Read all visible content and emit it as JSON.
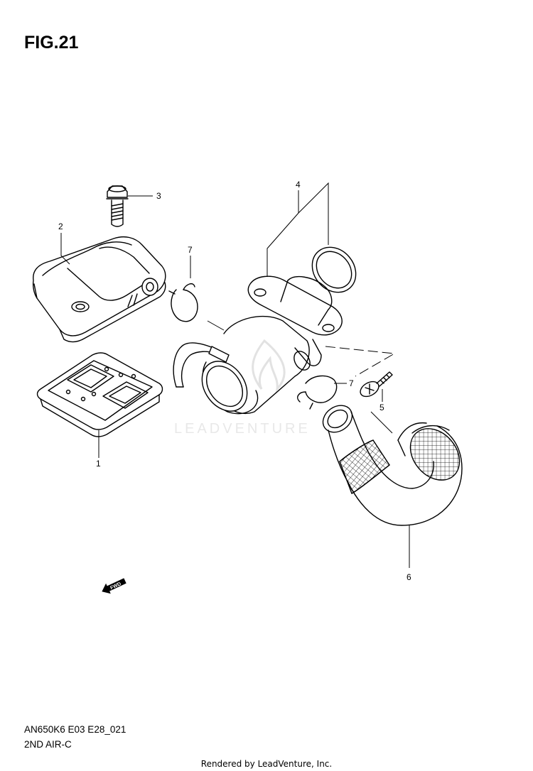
{
  "figure": {
    "title": "FIG.21",
    "code": "AN650K6 E03 E28_021",
    "name": "2ND AIR-C"
  },
  "callouts": [
    {
      "id": "1",
      "label": "1"
    },
    {
      "id": "2",
      "label": "2"
    },
    {
      "id": "3",
      "label": "3"
    },
    {
      "id": "4",
      "label": "4"
    },
    {
      "id": "5",
      "label": "5"
    },
    {
      "id": "6",
      "label": "6"
    },
    {
      "id": "7a",
      "label": "7"
    },
    {
      "id": "7b",
      "label": "7"
    }
  ],
  "fwd_marker": {
    "label": "FWD"
  },
  "watermark": {
    "text": "LEADVENTURE"
  },
  "footer": {
    "rendered_by": "Rendered by LeadVenture, Inc."
  }
}
